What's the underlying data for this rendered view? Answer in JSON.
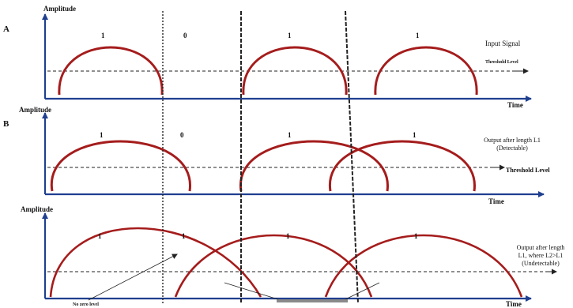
{
  "colors": {
    "axis": "#1f3f8f",
    "pulse": "#a51c1c",
    "dashed": "#222222",
    "divider": "#222222",
    "bar": "#8a8a8a"
  },
  "panel_a": {
    "label": "A",
    "y_axis_label": "Amplitude",
    "x_axis_label": "Time",
    "bits": [
      "1",
      "0",
      "1",
      "1"
    ],
    "signal_label": "Input Signal",
    "threshold_label": "Threshold Level"
  },
  "panel_b": {
    "label": "B",
    "y_axis_label": "Amplitude",
    "x_axis_label": "Time",
    "bits": [
      "1",
      "0",
      "1",
      "1"
    ],
    "signal_label_line1": "Output after length L1",
    "signal_label_line2": "(Detectable)",
    "threshold_label": "Threshold Level"
  },
  "panel_c": {
    "y_axis_label": "Amplitude",
    "x_axis_label": "Time",
    "bits": [
      "1",
      "1",
      "1",
      "1"
    ],
    "signal_label_line1": "Output after length",
    "signal_label_line2": "L1, where L2>L1",
    "signal_label_line3": "(Undetectable)",
    "no_zero_label": "No zero level"
  }
}
